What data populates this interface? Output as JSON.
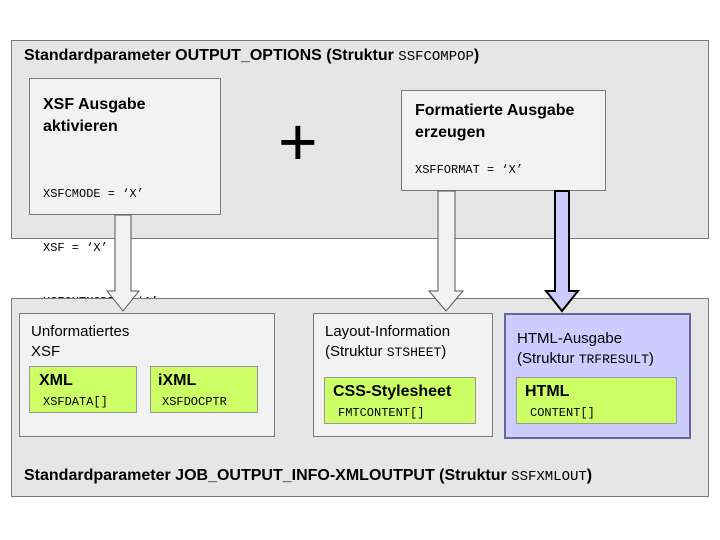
{
  "top": {
    "title_text": "Standardparameter OUTPUT_OPTIONS (Struktur ",
    "title_struct": "SSFCOMPOP",
    "title_end": ")",
    "xsf_box": {
      "heading_line1": "XSF Ausgabe",
      "heading_line2": "aktivieren",
      "code1": "XSFCMODE = ‘X’",
      "code2": "XSF = ‘X’",
      "code3": "XSFOUTMODE = ‘A’"
    },
    "plus": "+",
    "fmt_box": {
      "heading_line1": "Formatierte Ausgabe",
      "heading_line2": "erzeugen",
      "code1": "XSFFORMAT = ‘X’"
    }
  },
  "bottom": {
    "title_text": "Standardparameter JOB_OUTPUT_INFO-XMLOUTPUT (Struktur ",
    "title_struct": "SSFXMLOUT",
    "title_end": ")",
    "unformatted": {
      "line1": "Unformatiertes",
      "line2": "XSF",
      "xml": {
        "heading": "XML",
        "field": "XSFDATA[]"
      },
      "ixml": {
        "heading": "iXML",
        "field": "XSFDOCPTR"
      }
    },
    "layout": {
      "line1": "Layout-Information",
      "line2_text": "(Struktur ",
      "line2_struct": "STSHEET",
      "line2_end": ")",
      "css": {
        "heading": "CSS-Stylesheet",
        "field": "FMTCONTENT[]"
      }
    },
    "html": {
      "line1": "HTML-Ausgabe",
      "line2_text": "(Struktur ",
      "line2_struct": "TRFRESULT",
      "line2_end": ")",
      "box": {
        "heading": "HTML",
        "field": "CONTENT[]"
      }
    }
  },
  "colors": {
    "outer_gray": "#e6e6e6",
    "light_gray": "#f2f2f2",
    "green": "#ccff66",
    "blue": "#ccccff"
  }
}
